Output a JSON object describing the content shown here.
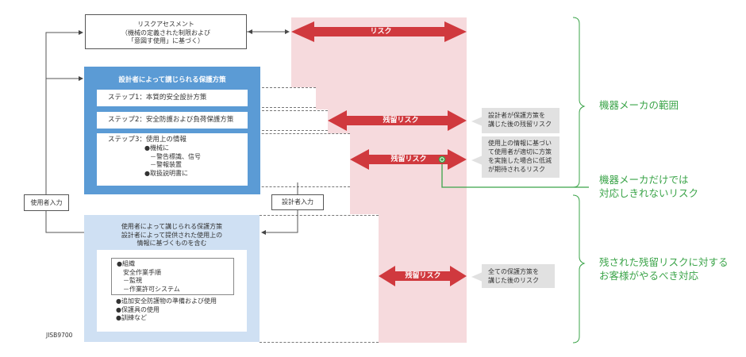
{
  "risk_assessment": {
    "lines": [
      "リスクアセスメント",
      "（機械の定義された制限および",
      "「意図す使用」に基づく）"
    ]
  },
  "designer_measures": {
    "title": "設計者によって講じられる保護方策",
    "step1": "ステップ1：本質的安全設計方策",
    "step2": "ステップ2：安全防護および負荷保護方策",
    "step3": {
      "title": "ステップ3：使用上の情報",
      "items": [
        "●機械に",
        "－警告標識、信号",
        "－警報装置",
        "●取扱説明書に"
      ]
    }
  },
  "user_measures": {
    "title_lines": [
      "使用者によって講じられる保護方策",
      "設計者によって提供された使用上の",
      "情報に基づくものを含む"
    ],
    "org_box": [
      "●組織",
      "安全作業手順",
      "－監視",
      "－作業許可システム"
    ],
    "items": [
      "●追加安全防護物の準備および使用",
      "●保護具の使用",
      "●訓練など"
    ]
  },
  "inputs": {
    "user_input": "使用者入力",
    "designer_input": "設計者入力"
  },
  "source": "JISB9700",
  "arrows": {
    "risk": "リスク",
    "residual1": "残留リスク",
    "residual2": "残留リスク",
    "residual3": "残留リスク"
  },
  "callouts": {
    "c1": [
      "設計者が保護方策を",
      "講じた後の残留リスク"
    ],
    "c2": [
      "使用上の情報に基づい",
      "て使用者が適切に方策",
      "を実施した場合に低減",
      "が期待されるリスク"
    ],
    "c3": [
      "全ての保護方策を",
      "講じた後のリスク"
    ]
  },
  "right_labels": {
    "maker_scope": "機器メーカの範囲",
    "maker_cannot": [
      "機器メーカだけでは",
      "対応しきれないリスク"
    ],
    "customer": [
      "残された残留リスクに対する",
      "お客様がやるべき対応"
    ]
  },
  "colors": {
    "risk_red": "#d0393e",
    "pink": "#f6dadd",
    "blue": "#5b9bd5",
    "light_blue": "#cfe0f3",
    "green": "#3ba449",
    "callout_gray": "#e1e1e1"
  }
}
